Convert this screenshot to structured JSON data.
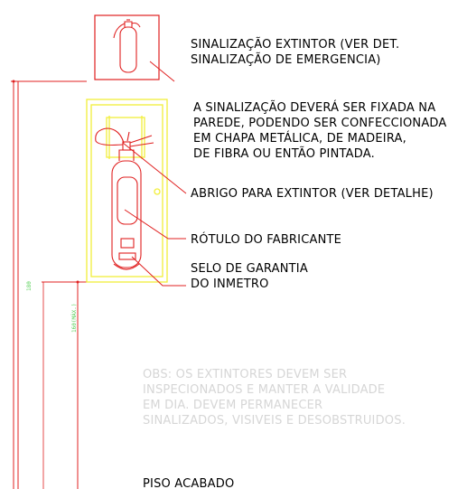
{
  "labels": {
    "signage": [
      "SINALIZAÇÃO EXTINTOR (VER DET.",
      "SINALIZAÇÃO DE EMERGENCIA)"
    ],
    "fixing": [
      "A SINALIZAÇÃO DEVERÁ SER FIXADA NA",
      "PAREDE, PODENDO SER CONFECCIONADA",
      "EM CHAPA METÁLICA, DE MADEIRA,",
      "DE FIBRA OU ENTÃO PINTADA."
    ],
    "cabinet": "ABRIGO PARA EXTINTOR (VER DETALHE)",
    "maker_label": "RÓTULO DO FABRICANTE",
    "seal": [
      "SELO DE GARANTIA",
      "DO INMETRO"
    ],
    "note": [
      "OBS: OS EXTINTORES DEVEM SER",
      "INSPECIONADOS E MANTER A VALIDADE",
      "EM DIA. DEVEM PERMANECER",
      "SINALIZADOS, VISIVEIS E DESOBSTRUIDOS."
    ],
    "floor": "PISO ACABADO"
  },
  "dimensions": {
    "sign_height": "180",
    "max_height": "160(MÁX.)"
  },
  "colors": {
    "sign": "#e02020",
    "cabinet": "#f2ef3a",
    "dimension": "#5bd15b",
    "text": "#000000",
    "note": "#d6d6d6"
  }
}
